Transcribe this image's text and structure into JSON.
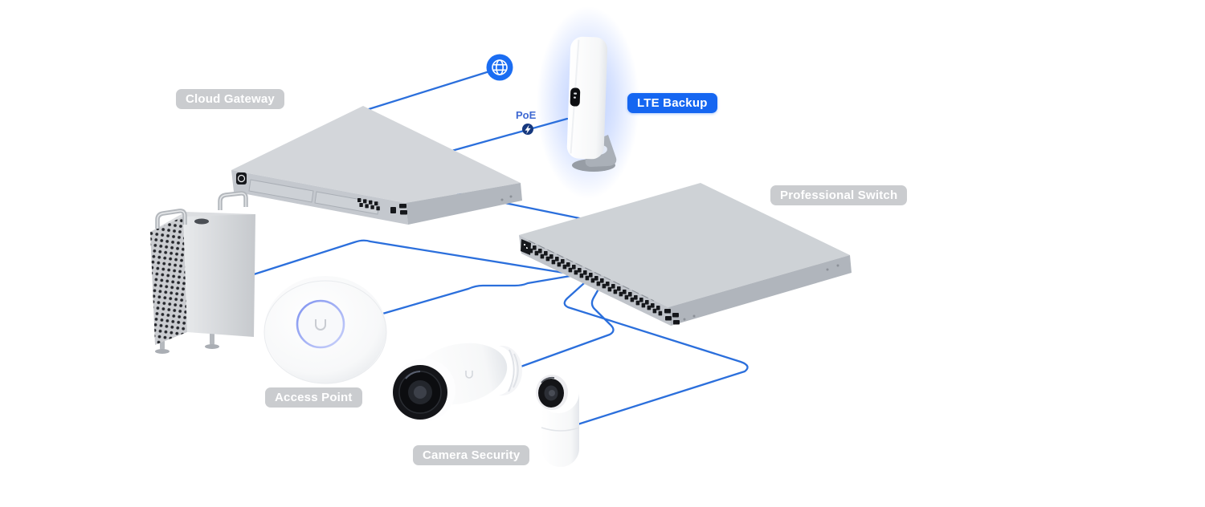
{
  "diagram_title": "UniFi network topology diagram",
  "background": "#ffffff",
  "badges": {
    "cloud_gateway": {
      "label": "Cloud Gateway",
      "variant": "gray"
    },
    "lte_backup": {
      "label": "LTE Backup",
      "variant": "blue"
    },
    "professional_switch": {
      "label": "Professional Switch",
      "variant": "gray"
    },
    "access_point": {
      "label": "Access Point",
      "variant": "gray"
    },
    "camera_security": {
      "label": "Camera Security",
      "variant": "gray"
    }
  },
  "poe": {
    "label": "PoE"
  },
  "icons": [
    "globe-icon",
    "poe-lightning-icon",
    "ubiquiti-u-logo"
  ],
  "colors": {
    "cable_blue": "#2b6fdc",
    "globe_blue": "#1b6df2",
    "badge_blue": "#1566f1",
    "badge_gray": "#c7c9cc",
    "badge_text": "#ffffff",
    "poe_text": "#3e68d2",
    "poe_dot_navy": "#16387e",
    "lte_glow": "#7aa0ff",
    "device_gray_top": "#d3d6da",
    "device_gray_front": "#bfc3c9",
    "port_dark": "#16181c",
    "device_white": "#ffffff"
  },
  "devices": [
    {
      "name": "cloud-gateway",
      "type": "rackmount gateway"
    },
    {
      "name": "lte-backup",
      "type": "LTE modem on stand"
    },
    {
      "name": "professional-switch",
      "type": "48-port switch"
    },
    {
      "name": "workstation-tower",
      "type": "desktop tower computer"
    },
    {
      "name": "access-point",
      "type": "ceiling wifi access point"
    },
    {
      "name": "bullet-camera",
      "type": "security camera"
    },
    {
      "name": "periscope-camera",
      "type": "security camera"
    }
  ],
  "connections": [
    {
      "from": "cloud-gateway",
      "to": "internet-globe"
    },
    {
      "from": "cloud-gateway",
      "to": "lte-backup",
      "note": "PoE"
    },
    {
      "from": "cloud-gateway",
      "to": "professional-switch"
    },
    {
      "from": "professional-switch",
      "to": "workstation-tower"
    },
    {
      "from": "professional-switch",
      "to": "access-point"
    },
    {
      "from": "professional-switch",
      "to": "bullet-camera"
    },
    {
      "from": "professional-switch",
      "to": "periscope-camera"
    }
  ]
}
